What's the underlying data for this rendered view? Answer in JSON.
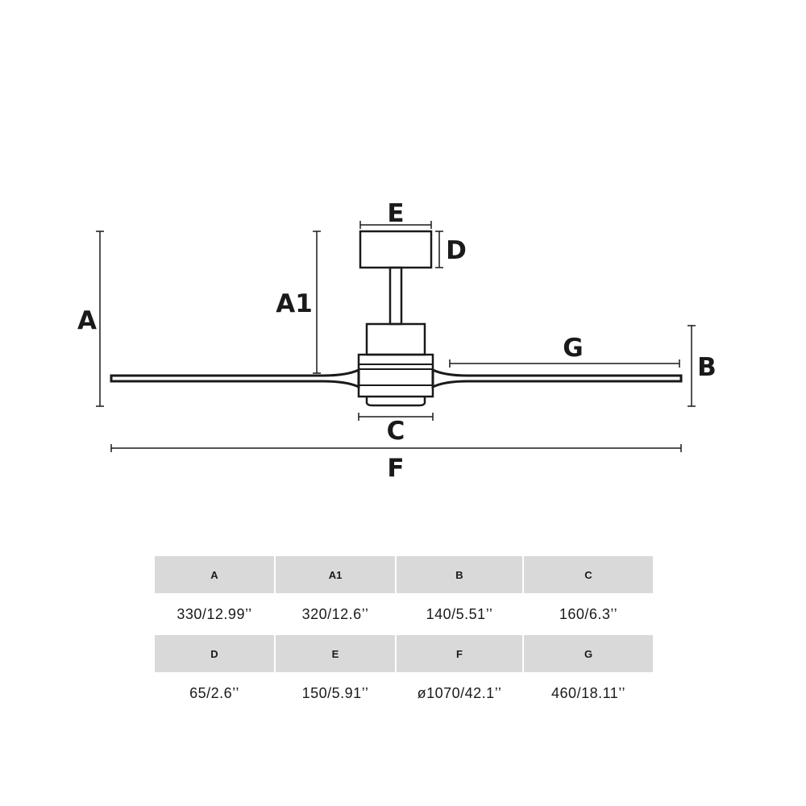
{
  "diagram": {
    "labels": {
      "A": "A",
      "A1": "A1",
      "B": "B",
      "C": "C",
      "D": "D",
      "E": "E",
      "F": "F",
      "G": "G"
    }
  },
  "table": {
    "row1": {
      "headers": [
        "A",
        "A1",
        "B",
        "C"
      ],
      "values": [
        "330/12.99’’",
        "320/12.6’’",
        "140/5.51’’",
        "160/6.3’’"
      ]
    },
    "row2": {
      "headers": [
        "D",
        "E",
        "F",
        "G"
      ],
      "values": [
        "65/2.6’’",
        "150/5.91’’",
        "ø1070/42.1’’",
        "460/18.11’’"
      ]
    }
  }
}
